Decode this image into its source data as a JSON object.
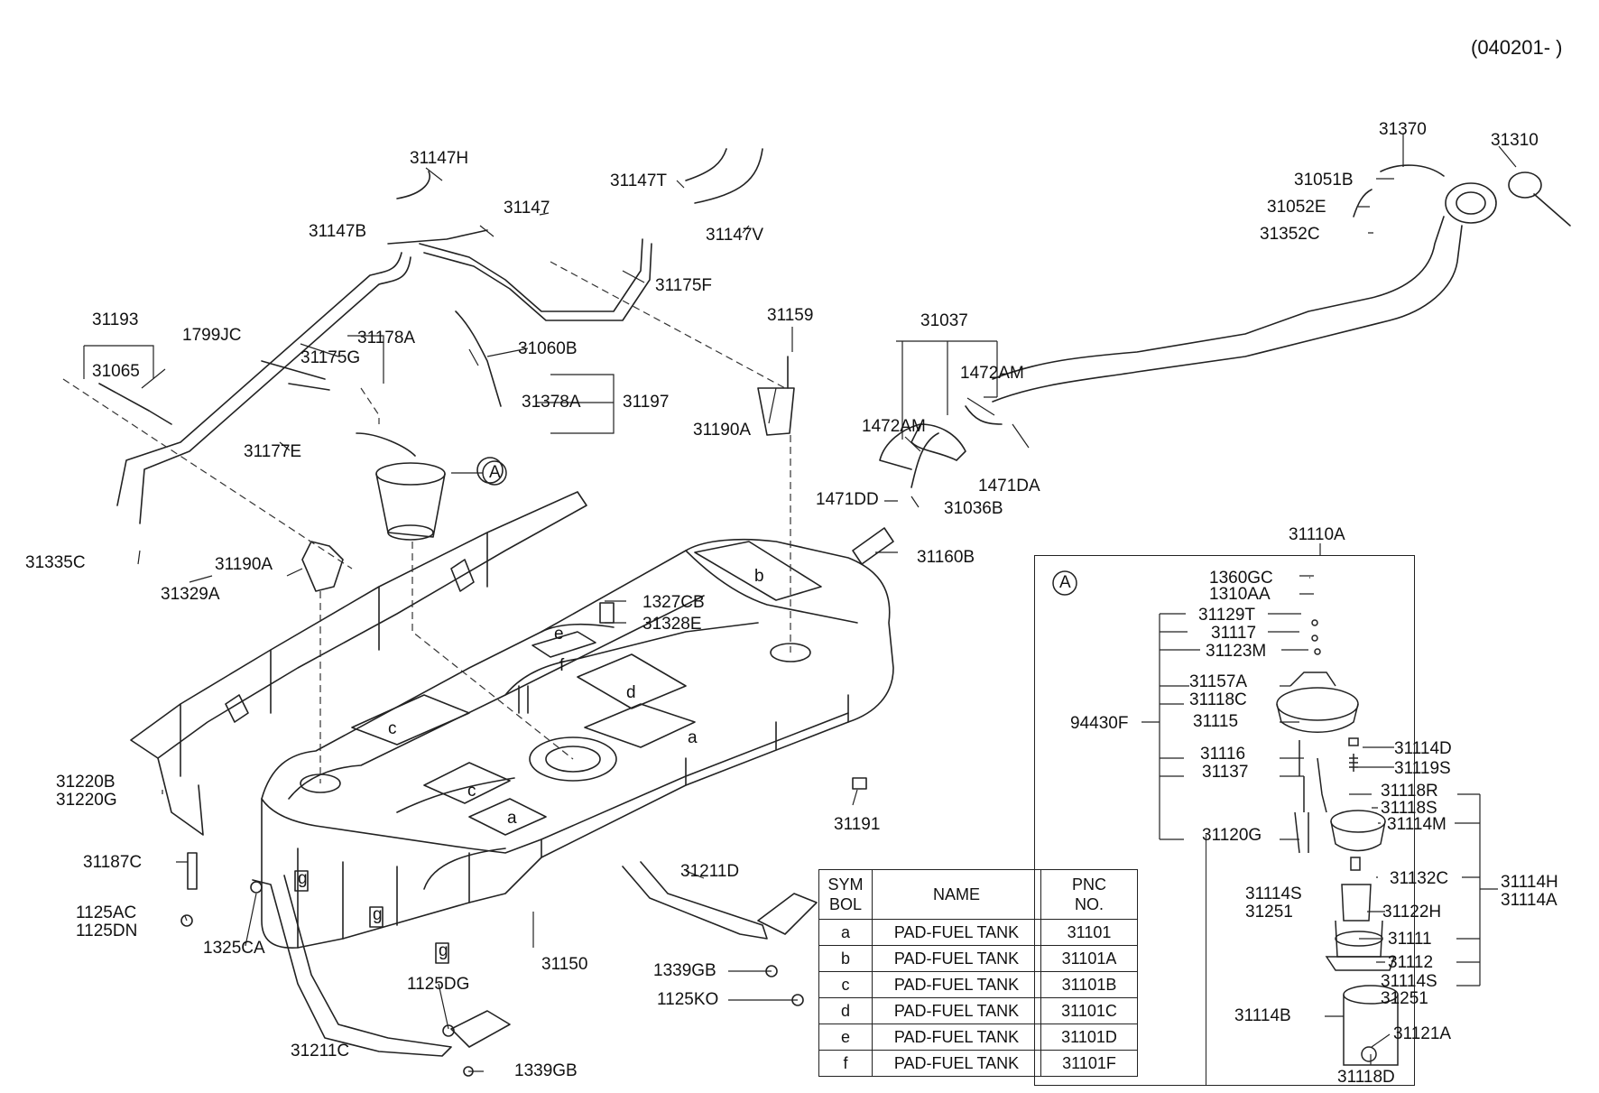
{
  "header": {
    "date_code": "(040201- )"
  },
  "inset": {
    "marker": "A",
    "assembly_label": "31110A"
  },
  "callout_marker": "A",
  "labels": {
    "p31147H": "31147H",
    "p31147": "31147",
    "p31147B": "31147B",
    "p31147T": "31147T",
    "p31147V": "31147V",
    "p31175F": "31175F",
    "p31193": "31193",
    "p31065": "31065",
    "p1799JC": "1799JC",
    "p31178A": "31178A",
    "p31175G": "31175G",
    "p31060B": "31060B",
    "p31378A": "31378A",
    "p31197": "31197",
    "p31177E": "31177E",
    "p31159": "31159",
    "p31190A_1": "31190A",
    "p31190A_2": "31190A",
    "p31335C": "31335C",
    "p31329A": "31329A",
    "p31037": "31037",
    "p1472AM_1": "1472AM",
    "p1472AM_2": "1472AM",
    "p1471DD": "1471DD",
    "p31036B": "31036B",
    "p1471DA": "1471DA",
    "p31160B": "31160B",
    "p31370": "31370",
    "p31310": "31310",
    "p31051B": "31051B",
    "p31052E": "31052E",
    "p31352C": "31352C",
    "p1327CB": "1327CB",
    "p31328E": "31328E",
    "p31220B": "31220B",
    "p31220G": "31220G",
    "p31187C": "31187C",
    "p1125AC": "1125AC",
    "p1125DN": "1125DN",
    "p1325CA": "1325CA",
    "p31211C": "31211C",
    "p1125DG": "1125DG",
    "p1339GB_1": "1339GB",
    "p31150": "31150",
    "p31211D": "31211D",
    "p1339GB_2": "1339GB",
    "p1125KO": "1125KO",
    "p31191": "31191",
    "p1360GC": "1360GC",
    "p1310AA": "1310AA",
    "p31129T": "31129T",
    "p31117": "31117",
    "p31123M": "31123M",
    "p31157A": "31157A",
    "p31118C": "31118C",
    "p94430F": "94430F",
    "p31115": "31115",
    "p31116": "31116",
    "p31137": "31137",
    "p31120G": "31120G",
    "p31114D": "31114D",
    "p31119S": "31119S",
    "p31118R": "31118R",
    "p31118S": "31118S",
    "p31114M": "31114M",
    "p31132C": "31132C",
    "p31114H": "31114H",
    "p31114A": "31114A",
    "p31114S_1": "31114S",
    "p31251_1": "31251",
    "p31122H": "31122H",
    "p31111": "31111",
    "p31112": "31112",
    "p31114S_2": "31114S",
    "p31251_2": "31251",
    "p31114B": "31114B",
    "p31121A": "31121A",
    "p31118D": "31118D"
  },
  "pad_letters": {
    "a1": "a",
    "a2": "a",
    "b1": "b",
    "c1": "c",
    "c2": "c",
    "d1": "d",
    "e1": "e",
    "f1": "f",
    "g1": "g",
    "g2": "g",
    "g3": "g"
  },
  "table": {
    "headers": {
      "sym": "SYM\nBOL",
      "name": "NAME",
      "pnc": "PNC\nNO."
    },
    "rows": [
      {
        "sym": "a",
        "name": "PAD-FUEL TANK",
        "pnc": "31101"
      },
      {
        "sym": "b",
        "name": "PAD-FUEL TANK",
        "pnc": "31101A"
      },
      {
        "sym": "c",
        "name": "PAD-FUEL TANK",
        "pnc": "31101B"
      },
      {
        "sym": "d",
        "name": "PAD-FUEL TANK",
        "pnc": "31101C"
      },
      {
        "sym": "e",
        "name": "PAD-FUEL TANK",
        "pnc": "31101D"
      },
      {
        "sym": "f",
        "name": "PAD-FUEL TANK",
        "pnc": "31101F"
      }
    ]
  }
}
